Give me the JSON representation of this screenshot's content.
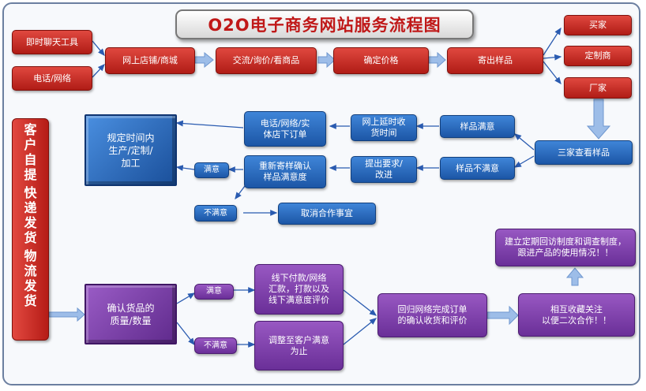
{
  "title": "O2O电子商务网站服务流程图",
  "colors": {
    "red": "#c62822",
    "blue": "#2b6cc4",
    "purple": "#7b3fa8",
    "arrow": "#9dbde8",
    "arrow_edge": "#6f97cf"
  },
  "nodes": {
    "chat_tools": "即时聊天工具",
    "phone_network": "电话/网络",
    "online_store": "网上店铺/商城",
    "communicate": "交流/询价/看商品",
    "confirm_price": "确定价格",
    "send_samples": "寄出样品",
    "buyer": "买家",
    "customizer": "定制商",
    "manufacturer": "厂家",
    "three_parties_check": "三家查看样品",
    "sample_satisfied": "样品满意",
    "sample_unsatisfied": "样品不满意",
    "online_delay": "网上延时收\n货时间",
    "raise_request": "提出要求/\n改进",
    "phone_order": "电话/网络/实\n体店下订单",
    "resend_confirm": "重新寄样确认\n样品满意度",
    "produce": "规定时间内\n生产/定制/\n加工",
    "satisfied_small": "满意",
    "unsatisfied_small": "不满意",
    "cancel": "取消合作事宜",
    "side_label": [
      "客户自提",
      "快递发货",
      "物流发货"
    ],
    "confirm_goods": "确认货品的\n质量/数量",
    "bottom_satisfied": "满意",
    "bottom_unsatisfied": "不满意",
    "offline_pay": "线下付款/网络\n汇款，打款以及\n线下满意度评价",
    "adjust": "调整至客户满意\n为止",
    "complete_order": "回归网络完成订单\n的确认收货和评价",
    "collect": "相互收藏关注\n以便二次合作！！",
    "followup": "建立定期回访制度和调查制度，\n跟进产品的使用情况！！"
  }
}
